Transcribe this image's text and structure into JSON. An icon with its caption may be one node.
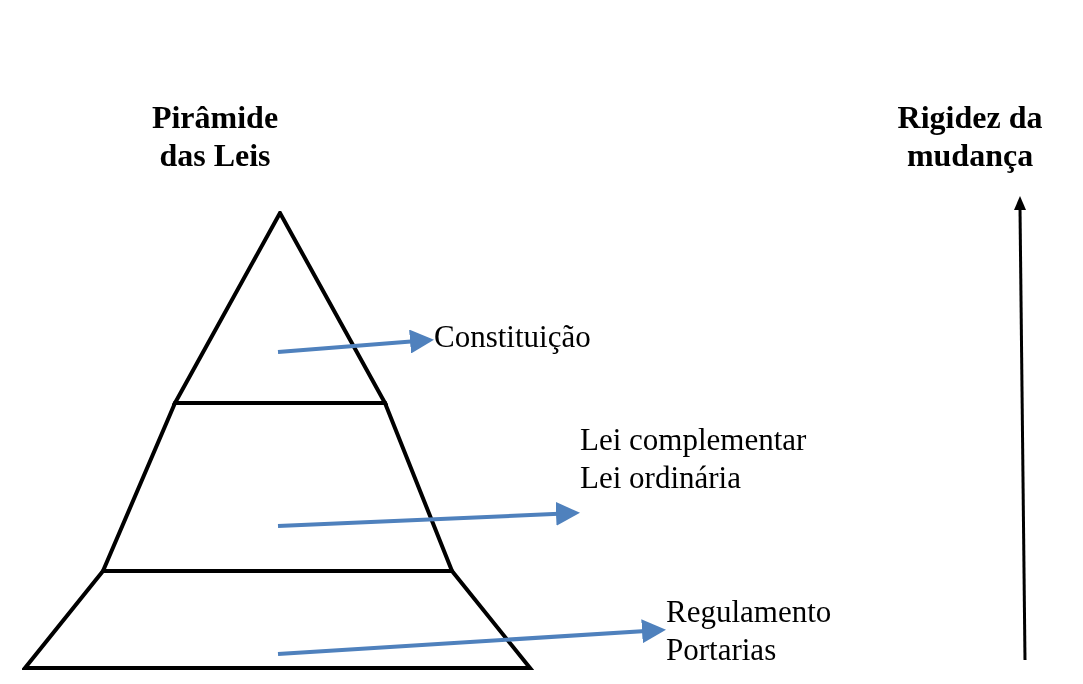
{
  "diagram": {
    "nodes": [
      {
        "text": [],
        "shape": "triangle"
      },
      {
        "text": [],
        "shape": "trapezoid"
      },
      {
        "text": [],
        "shape": "trapezoid"
      },
      {
        "text": [
          "Constituição"
        ]
      },
      {
        "text": [
          "Lei complementar",
          "Lei ordinária"
        ]
      },
      {
        "text": [
          "Regulamento",
          "Portarias"
        ]
      }
    ],
    "edges": [
      {
        "from": 0,
        "to": 3,
        "arrow": "to"
      },
      {
        "from": 1,
        "to": 4,
        "arrow": "to"
      },
      {
        "from": 2,
        "to": 5,
        "arrow": "to"
      }
    ],
    "labels": [
      "Pirâmide das Leis",
      "Rigidez da mudança"
    ]
  }
}
